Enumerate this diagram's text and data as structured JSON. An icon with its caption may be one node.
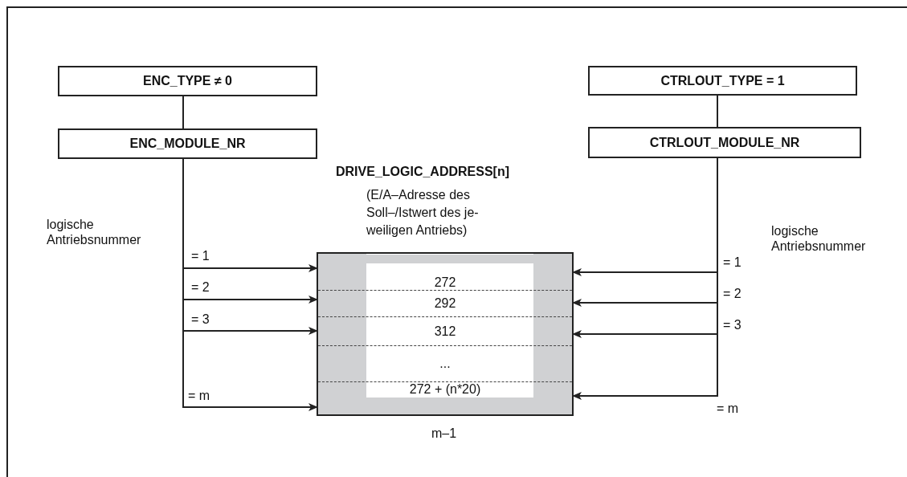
{
  "diagram": {
    "nodes": [
      {
        "text": [
          "ENC_TYPE ≠ 0"
        ]
      },
      {
        "text": [
          "ENC_MODULE_NR"
        ]
      },
      {
        "text": [
          "CTRLOUT_TYPE = 1"
        ]
      },
      {
        "text": [
          "CTRLOUT_MODULE_NR"
        ]
      },
      {
        "text": [
          "DRIVE_LOGIC_ADDRESS[n]",
          "(E/A–Adresse des Soll–/Istwert des je- weiligen Antriebs)"
        ],
        "beside": [
          "m–1"
        ]
      },
      {
        "text": [
          "272"
        ],
        "in": 4
      },
      {
        "text": [
          "292"
        ],
        "in": 4
      },
      {
        "text": [
          "312"
        ],
        "in": 4
      },
      {
        "text": [
          "..."
        ],
        "in": 4
      },
      {
        "text": [
          "272 + (n*20)"
        ],
        "in": 4
      }
    ],
    "edges": [
      {
        "from": 0,
        "to": 1,
        "arrow": "none"
      },
      {
        "from": 2,
        "to": 3,
        "arrow": "none"
      },
      {
        "from": 1,
        "to": 5,
        "arrow": "to",
        "label": "= 1"
      },
      {
        "from": 1,
        "to": 6,
        "arrow": "to",
        "label": "= 2"
      },
      {
        "from": 1,
        "to": 7,
        "arrow": "to",
        "label": "= 3"
      },
      {
        "from": 1,
        "to": 9,
        "arrow": "to",
        "label": "= m"
      },
      {
        "from": 3,
        "to": 5,
        "arrow": "to",
        "label": "= 1"
      },
      {
        "from": 3,
        "to": 6,
        "arrow": "to",
        "label": "= 2"
      },
      {
        "from": 3,
        "to": 7,
        "arrow": "to",
        "label": "= 3"
      },
      {
        "from": 3,
        "to": 9,
        "arrow": "to",
        "label": "= m"
      }
    ],
    "labels": [
      "logische Antriebsnummer",
      "logische Antriebsnummer"
    ]
  }
}
